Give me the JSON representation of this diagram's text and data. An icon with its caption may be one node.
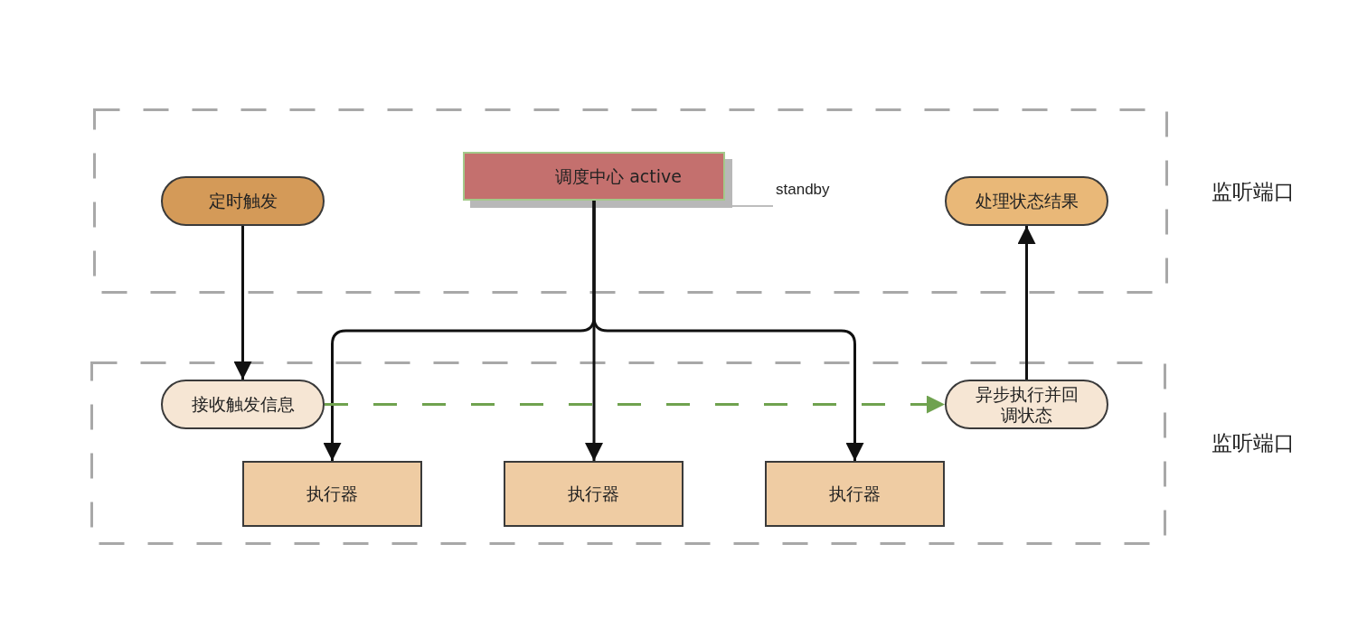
{
  "diagram": {
    "nodes": [
      {
        "text": [
          "监听端口"
        ]
      },
      {
        "text": [
          "定时触发"
        ],
        "in": 0
      },
      {
        "text": [
          "调度中心 active"
        ],
        "in": 0
      },
      {
        "text": [
          "standby"
        ],
        "in": 0
      },
      {
        "text": [
          "处理状态结果"
        ],
        "in": 0
      },
      {
        "text": [
          "监听端口"
        ]
      },
      {
        "text": [
          "接收触发信息"
        ],
        "in": 5
      },
      {
        "text": [
          "异步执行并回调状态"
        ],
        "in": 5
      },
      {
        "text": [
          "执行器"
        ],
        "in": 5
      },
      {
        "text": [
          "执行器"
        ],
        "in": 5
      },
      {
        "text": [
          "执行器"
        ],
        "in": 5
      }
    ],
    "edges": [
      {
        "from": 1,
        "to": 6,
        "arrow": "to"
      },
      {
        "from": 2,
        "to": 8,
        "arrow": "to"
      },
      {
        "from": 2,
        "to": 9,
        "arrow": "to"
      },
      {
        "from": 2,
        "to": 10,
        "arrow": "to"
      },
      {
        "from": 6,
        "to": 7,
        "arrow": "to",
        "style": "dashed",
        "color": "#6fa24f"
      },
      {
        "from": 7,
        "to": 4,
        "arrow": "to"
      }
    ]
  }
}
